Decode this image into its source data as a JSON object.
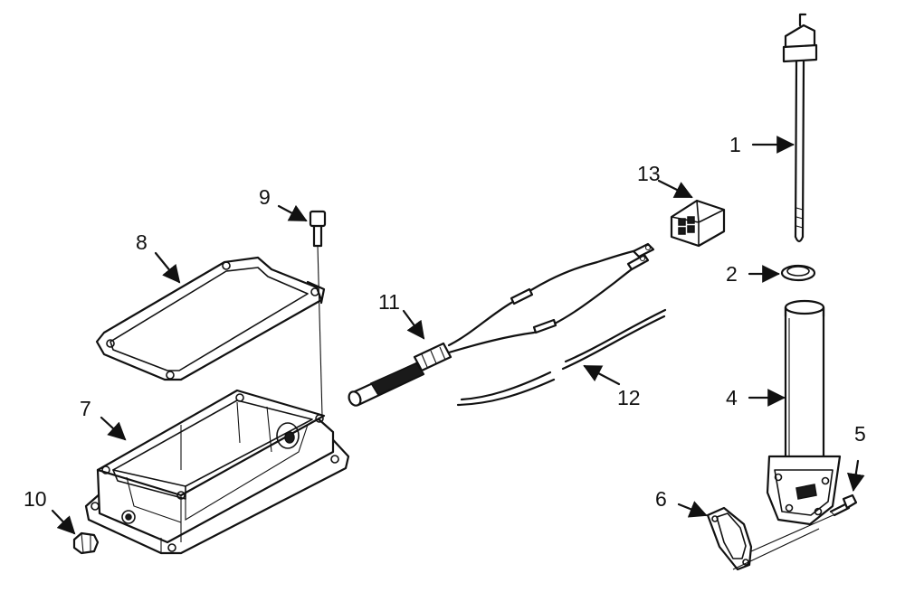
{
  "diagram": {
    "callouts": [
      {
        "id": "1",
        "text": "1"
      },
      {
        "id": "2",
        "text": "2"
      },
      {
        "id": "4",
        "text": "4"
      },
      {
        "id": "5",
        "text": "5"
      },
      {
        "id": "6",
        "text": "6"
      },
      {
        "id": "7",
        "text": "7"
      },
      {
        "id": "8",
        "text": "8"
      },
      {
        "id": "9",
        "text": "9"
      },
      {
        "id": "10",
        "text": "10"
      },
      {
        "id": "11",
        "text": "11"
      },
      {
        "id": "12",
        "text": "12"
      },
      {
        "id": "13",
        "text": "13"
      }
    ],
    "colors": {
      "ink": "#111111",
      "paper": "#ffffff"
    }
  }
}
